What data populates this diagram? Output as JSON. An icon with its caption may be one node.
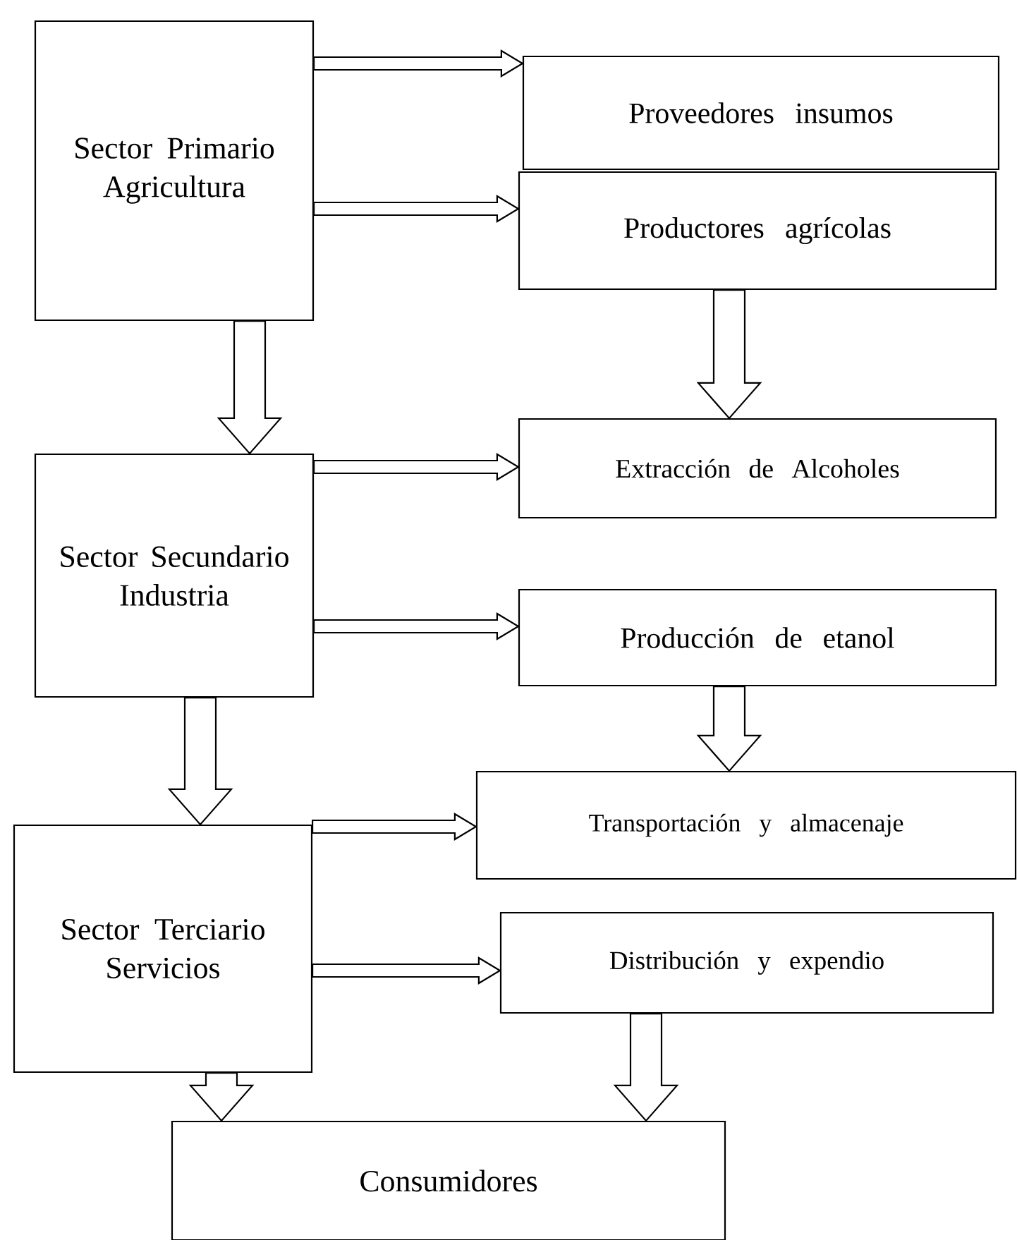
{
  "diagram": {
    "nodes": [
      {
        "text": [
          "Sector Primario Agricultura"
        ]
      },
      {
        "text": [
          "Proveedores insumos"
        ]
      },
      {
        "text": [
          "Productores agrícolas"
        ]
      },
      {
        "text": [
          "Sector Secundario Industria"
        ]
      },
      {
        "text": [
          "Extracción de Alcoholes"
        ]
      },
      {
        "text": [
          "Producción de etanol"
        ]
      },
      {
        "text": [
          "Sector Terciario Servicios"
        ]
      },
      {
        "text": [
          "Transportación y almacenaje"
        ]
      },
      {
        "text": [
          "Distribución y expendio"
        ]
      },
      {
        "text": [
          "Consumidores"
        ]
      }
    ],
    "edges": [
      {
        "from": 0,
        "to": 1,
        "arrow": "to"
      },
      {
        "from": 0,
        "to": 2,
        "arrow": "to"
      },
      {
        "from": 0,
        "to": 3,
        "arrow": "to"
      },
      {
        "from": 2,
        "to": 4,
        "arrow": "to"
      },
      {
        "from": 3,
        "to": 4,
        "arrow": "to"
      },
      {
        "from": 3,
        "to": 5,
        "arrow": "to"
      },
      {
        "from": 3,
        "to": 6,
        "arrow": "to"
      },
      {
        "from": 5,
        "to": 7,
        "arrow": "to"
      },
      {
        "from": 6,
        "to": 7,
        "arrow": "to"
      },
      {
        "from": 6,
        "to": 8,
        "arrow": "to"
      },
      {
        "from": 6,
        "to": 9,
        "arrow": "to"
      },
      {
        "from": 8,
        "to": 9,
        "arrow": "to"
      }
    ]
  }
}
